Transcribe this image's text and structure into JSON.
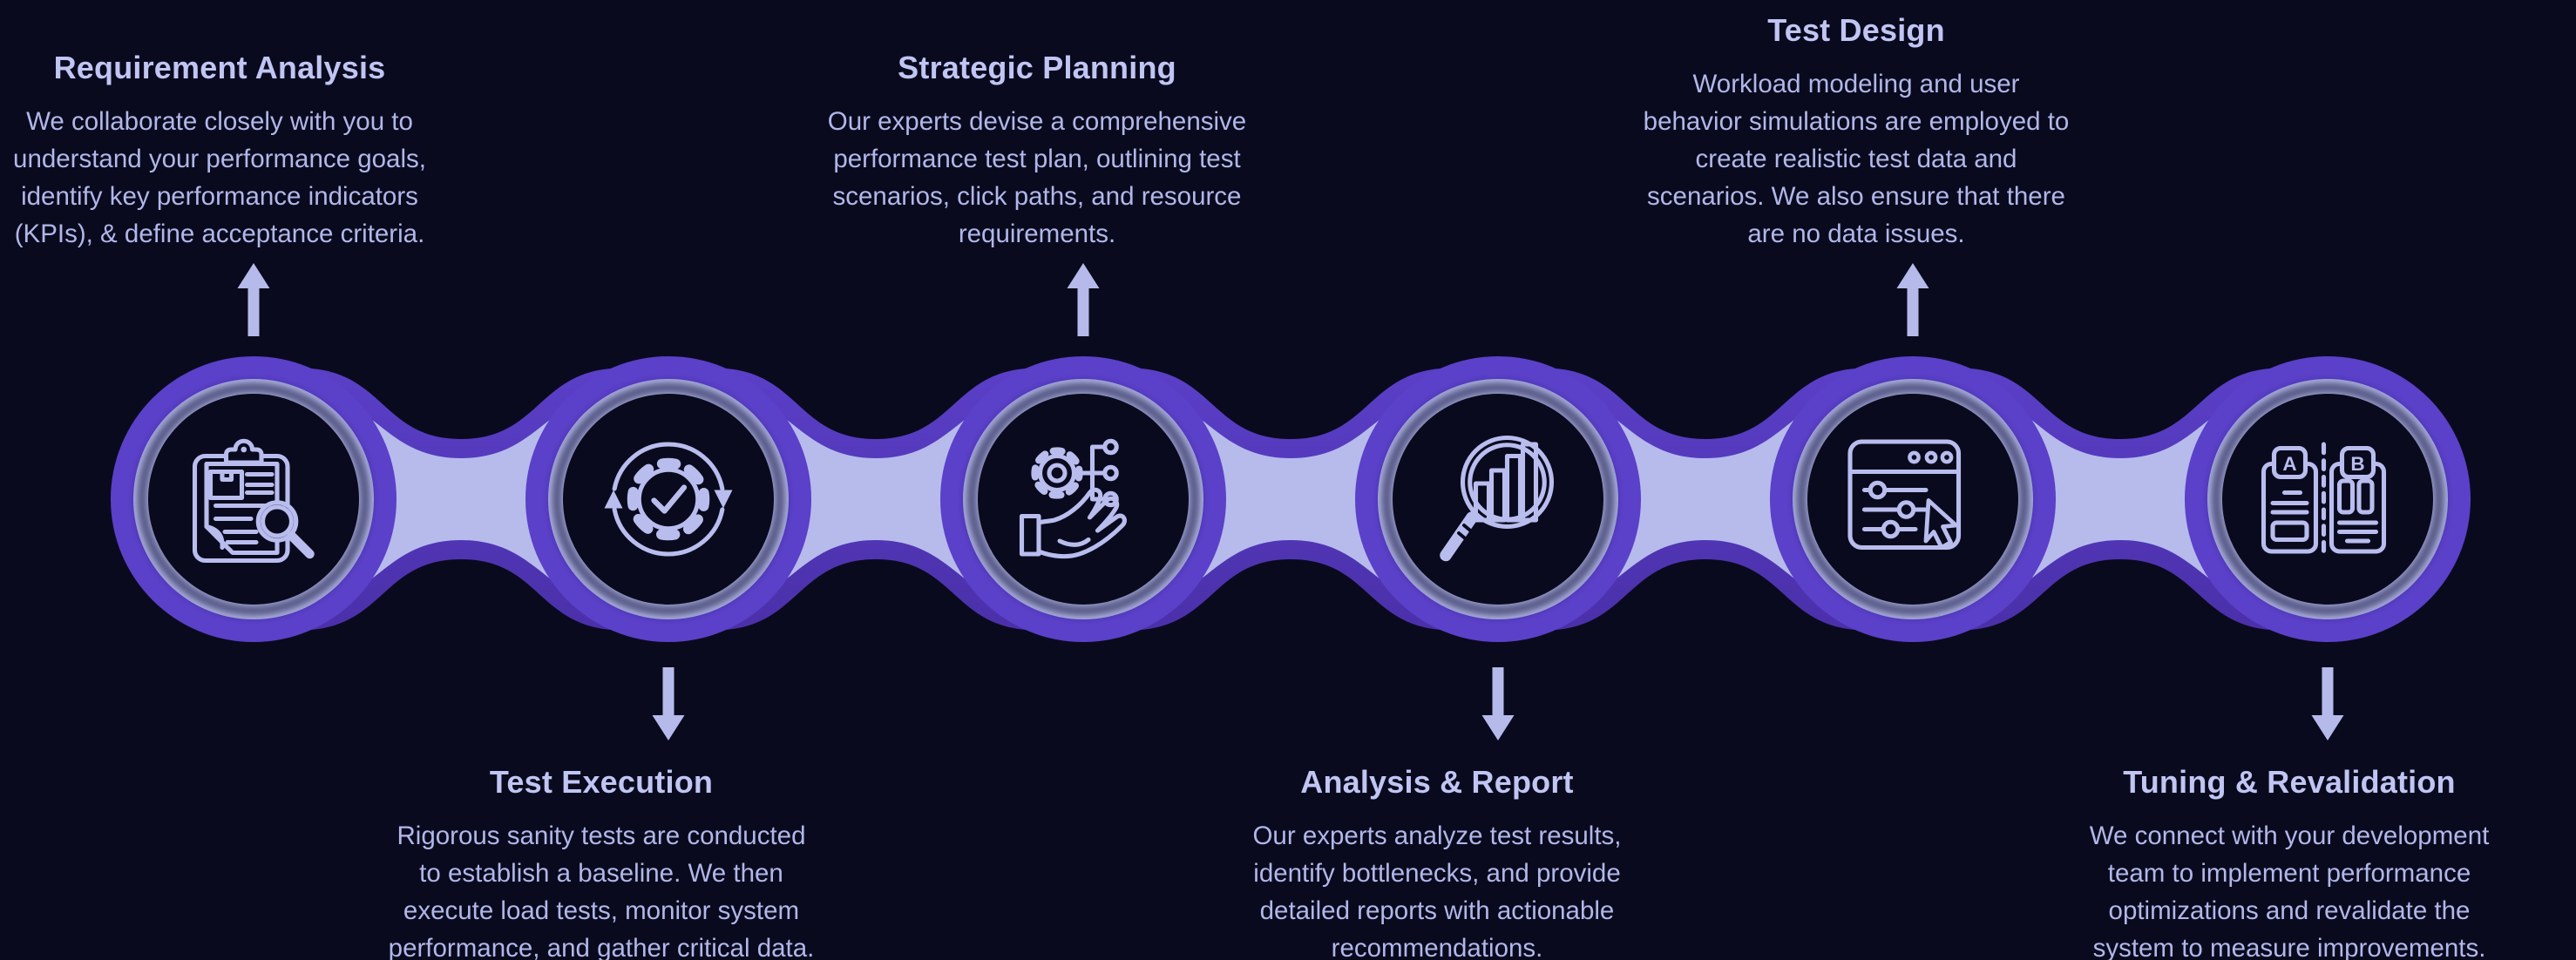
{
  "colors": {
    "background": "#0a0a1e",
    "purple_light": "#5b40c9",
    "purple_dark": "#4a2fa8",
    "lavender": "#b6bbec",
    "icon_stroke": "#b9bdee",
    "arrow": "#b5baeb",
    "title_text": "#c0c5f3",
    "body_text": "#b1b7e9"
  },
  "steps": [
    {
      "title": "Requirement Analysis",
      "description": "We collaborate closely with you to\nunderstand your performance goals,\nidentify key performance indicators\n(KPIs), & define acceptance criteria.",
      "icon": "clipboard-magnifier-icon",
      "label_position": "top"
    },
    {
      "title": "Test Execution",
      "description": "Rigorous sanity tests are conducted\nto establish a baseline. We then\nexecute load tests, monitor system\nperformance, and gather critical data.",
      "icon": "gear-check-cycle-icon",
      "label_position": "bottom"
    },
    {
      "title": "Strategic Planning",
      "description": "Our experts devise a comprehensive\nperformance test plan, outlining test\nscenarios, click paths, and resource\nrequirements.",
      "icon": "hand-gear-flowchart-icon",
      "label_position": "top"
    },
    {
      "title": "Analysis & Report",
      "description": "Our experts analyze test results,\nidentify bottlenecks, and provide\ndetailed reports with actionable\nrecommendations.",
      "icon": "magnifier-bar-chart-icon",
      "label_position": "bottom"
    },
    {
      "title": "Test Design",
      "description": "Workload modeling and user\nbehavior simulations are employed to\ncreate realistic test data and\nscenarios. We also ensure that there\nare no data issues.",
      "icon": "browser-sliders-cursor-icon",
      "label_position": "top"
    },
    {
      "title": "Tuning & Revalidation",
      "description": "We connect with your development\nteam to implement performance\noptimizations and revalidate the\nsystem to measure improvements.",
      "icon": "ab-comparison-icon",
      "label_position": "bottom"
    }
  ],
  "ab_labels": {
    "a": "A",
    "b": "B"
  }
}
